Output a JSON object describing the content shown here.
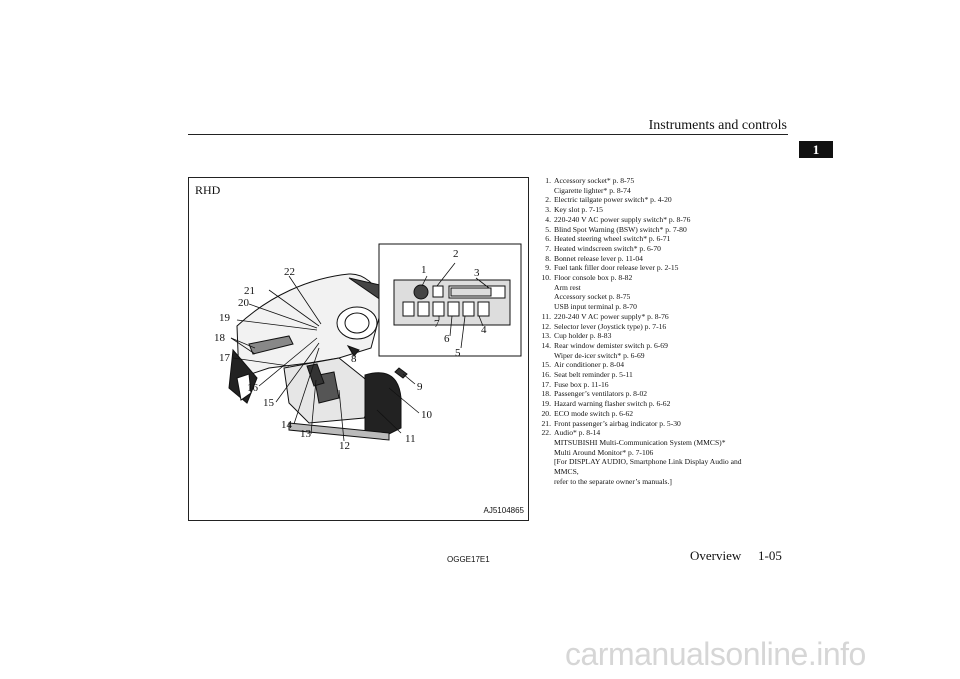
{
  "header": {
    "section_title": "Instruments and controls",
    "chapter_number": "1"
  },
  "figure": {
    "label": "RHD",
    "image_id": "AJ5104865",
    "callouts": [
      "1",
      "2",
      "3",
      "4",
      "5",
      "6",
      "7",
      "8",
      "9",
      "10",
      "11",
      "12",
      "13",
      "14",
      "15",
      "16",
      "17",
      "18",
      "19",
      "20",
      "21",
      "22"
    ]
  },
  "legend": [
    {
      "num": "1.",
      "lines": [
        "Accessory socket* p. 8-75",
        "Cigarette lighter* p. 8-74"
      ]
    },
    {
      "num": "2.",
      "lines": [
        "Electric tailgate power switch* p. 4-20"
      ]
    },
    {
      "num": "3.",
      "lines": [
        "Key slot p. 7-15"
      ]
    },
    {
      "num": "4.",
      "lines": [
        "220-240 V AC power supply switch* p. 8-76"
      ]
    },
    {
      "num": "5.",
      "lines": [
        "Blind Spot Warning (BSW) switch* p. 7-80"
      ]
    },
    {
      "num": "6.",
      "lines": [
        "Heated steering wheel switch* p. 6-71"
      ]
    },
    {
      "num": "7.",
      "lines": [
        "Heated windscreen switch* p. 6-70"
      ]
    },
    {
      "num": "8.",
      "lines": [
        "Bonnet release lever p. 11-04"
      ]
    },
    {
      "num": "9.",
      "lines": [
        "Fuel tank filler door release lever p. 2-15"
      ]
    },
    {
      "num": "10.",
      "lines": [
        "Floor console box p. 8-82",
        "Arm rest",
        "Accessory socket p. 8-75",
        "USB input terminal p. 8-70"
      ]
    },
    {
      "num": "11.",
      "lines": [
        "220-240 V AC power supply* p. 8-76"
      ]
    },
    {
      "num": "12.",
      "lines": [
        "Selector lever (Joystick type) p. 7-16"
      ]
    },
    {
      "num": "13.",
      "lines": [
        "Cup holder p. 8-83"
      ]
    },
    {
      "num": "14.",
      "lines": [
        "Rear window demister switch p. 6-69",
        "Wiper de-icer switch* p. 6-69"
      ]
    },
    {
      "num": "15.",
      "lines": [
        "Air conditioner p. 8-04"
      ]
    },
    {
      "num": "16.",
      "lines": [
        "Seat belt reminder p. 5-11"
      ]
    },
    {
      "num": "17.",
      "lines": [
        "Fuse box p. 11-16"
      ]
    },
    {
      "num": "18.",
      "lines": [
        "Passenger’s ventilators p. 8-02"
      ]
    },
    {
      "num": "19.",
      "lines": [
        "Hazard warning flasher switch p. 6-62"
      ]
    },
    {
      "num": "20.",
      "lines": [
        "ECO mode switch p. 6-62"
      ]
    },
    {
      "num": "21.",
      "lines": [
        "Front passenger’s airbag indicator p. 5-30"
      ]
    },
    {
      "num": "22.",
      "lines": [
        "Audio* p. 8-14",
        "MITSUBISHI Multi-Communication System (MMCS)*",
        "Multi Around Monitor* p. 7-106",
        "[For DISPLAY AUDIO, Smartphone Link Display Audio and",
        "MMCS,",
        "refer to the separate owner’s manuals.]"
      ]
    }
  ],
  "footer": {
    "code": "OGGE17E1",
    "chapter": "Overview",
    "page": "1-05"
  },
  "watermark": "carmanualsonline.info"
}
